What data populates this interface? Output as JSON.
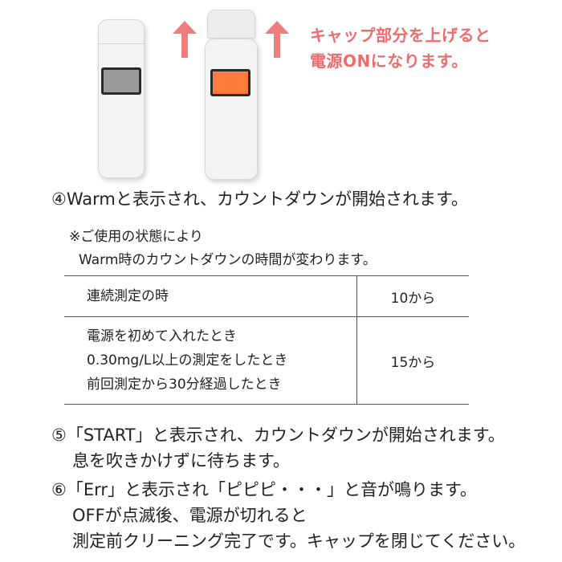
{
  "illustration": {
    "caption_line1": "キャップ部分を上げると",
    "caption_line2": "電源ONになります。",
    "colors": {
      "screen_off": "#9a9a9a",
      "screen_on": "#ff7a3d",
      "arrow": "#f07d7d",
      "caption": "#f06c6c"
    }
  },
  "step4": {
    "text": "④Warmと表示され、カウントダウンが開始されます。",
    "remark_line1": "※ご使用の状態により",
    "remark_line2": "Warm時のカウントダウンの時間が変わります。"
  },
  "warm_table": {
    "rows": [
      {
        "conditions": [
          "連続測定の時"
        ],
        "value": "10から"
      },
      {
        "conditions": [
          "電源を初めて入れたとき",
          "0.30mg/L以上の測定をしたとき",
          "前回測定から30分経過したとき"
        ],
        "value": "15から"
      }
    ]
  },
  "step5": {
    "line1": "⑤「START」と表示され、カウントダウンが開始されます。",
    "line2": "息を吹きかけずに待ちます。"
  },
  "step6": {
    "line1": "⑥「Err」と表示され「ピピピ・・・」と音が鳴ります。",
    "line2": "OFFが点滅後、電源が切れると",
    "line3": "測定前クリーニング完了です。キャップを閉じてください。"
  }
}
